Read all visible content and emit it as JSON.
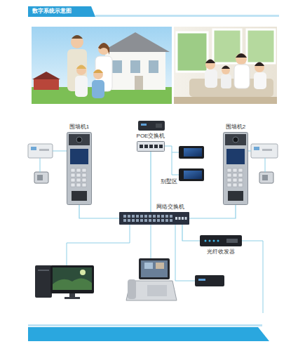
{
  "diagram": {
    "title": "数字系统示意图",
    "nodes": [
      {
        "text": [
          "围墙机1"
        ]
      },
      {
        "text": [
          "POE交换机"
        ]
      },
      {
        "text": [
          "围墙机2"
        ]
      },
      {
        "text": [
          "网络交换机"
        ]
      },
      {
        "text": [
          "光纤收发器"
        ]
      }
    ],
    "edges": [
      {
        "from": 0,
        "to": 3,
        "arrow": "none"
      },
      {
        "from": 1,
        "to": 3,
        "arrow": "none"
      },
      {
        "from": 2,
        "to": 3,
        "arrow": "none"
      },
      {
        "from": 3,
        "to": 4,
        "arrow": "none"
      }
    ],
    "labels": [
      "别墅区"
    ]
  }
}
